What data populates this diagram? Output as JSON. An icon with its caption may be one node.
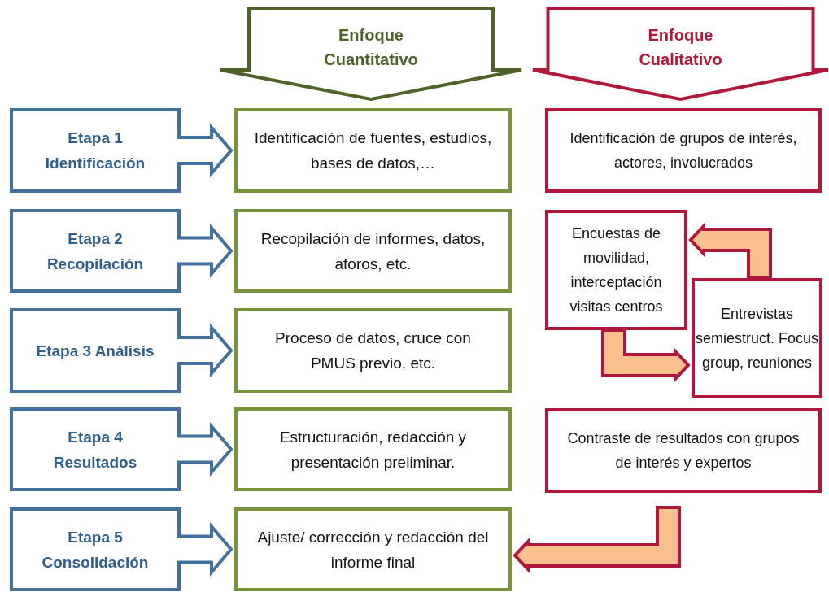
{
  "diagram": {
    "nodes": [
      {
        "text": [
          "Enfoque Cuantitativo"
        ]
      },
      {
        "text": [
          "Enfoque Cualitativo"
        ]
      },
      {
        "text": [
          "Etapa 1 Identificación"
        ]
      },
      {
        "text": [
          "Etapa 2 Recopilación"
        ]
      },
      {
        "text": [
          "Etapa 3 Análisis"
        ]
      },
      {
        "text": [
          "Etapa 4 Resultados"
        ]
      },
      {
        "text": [
          "Etapa 5 Consolidación"
        ]
      },
      {
        "text": [
          "Identificación de fuentes, estudios, bases de datos,…"
        ]
      },
      {
        "text": [
          "Recopilación de informes, datos, aforos, etc."
        ]
      },
      {
        "text": [
          "Proceso de datos, cruce con PMUS previo, etc."
        ]
      },
      {
        "text": [
          "Estructuración, redacción y presentación preliminar."
        ]
      },
      {
        "text": [
          "Ajuste/ corrección y redacción del informe final"
        ]
      },
      {
        "text": [
          "Identificación de grupos de interés, actores, involucrados"
        ]
      },
      {
        "text": [
          "Encuestas de movilidad, interceptación visitas centros"
        ]
      },
      {
        "text": [
          "Entrevistas semiestruct. Focus group, reuniones"
        ]
      },
      {
        "text": [
          "Contraste de resultados con grupos de interés y expertos"
        ]
      }
    ],
    "edges": [
      {
        "from": 2,
        "to": 7,
        "arrow": "to"
      },
      {
        "from": 3,
        "to": 8,
        "arrow": "to"
      },
      {
        "from": 4,
        "to": 9,
        "arrow": "to"
      },
      {
        "from": 5,
        "to": 10,
        "arrow": "to"
      },
      {
        "from": 6,
        "to": 11,
        "arrow": "to"
      },
      {
        "from": 14,
        "to": 13,
        "arrow": "to",
        "style": "thick",
        "color": "#f9bf8f"
      },
      {
        "from": 13,
        "to": 14,
        "arrow": "to",
        "style": "thick",
        "color": "#f9bf8f"
      },
      {
        "from": 15,
        "to": 11,
        "arrow": "to",
        "style": "thick",
        "color": "#f9bf8f"
      }
    ]
  }
}
